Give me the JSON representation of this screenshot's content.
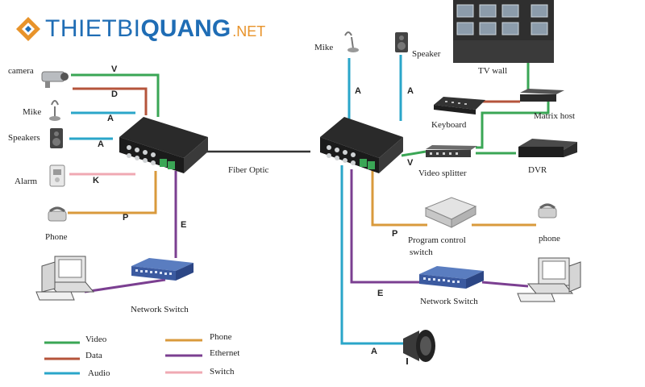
{
  "logo": {
    "part1": "THIETBI",
    "part2": "QUANG",
    "part3": ".NET"
  },
  "link": {
    "fiber_label": "Fiber Optic"
  },
  "left_devices": {
    "camera": "camera",
    "mike": "Mike",
    "speakers": "Speakers",
    "alarm": "Alarm",
    "phone": "Phone",
    "network_switch": "Network Switch"
  },
  "right_devices": {
    "mike": "Mike",
    "speaker": "Speaker",
    "tv_wall": "TV wall",
    "keyboard": "Keyboard",
    "matrix_host": "Matrix host",
    "video_splitter": "Video splitter",
    "dvr": "DVR",
    "program_control_switch_line1": "Program control",
    "program_control_switch_line2": "switch",
    "phone": "phone",
    "network_switch": "Network Switch"
  },
  "signal_letters": {
    "video": "V",
    "data": "D",
    "audio": "A",
    "keying": "K",
    "phone": "P",
    "ethernet": "E"
  },
  "legend": [
    {
      "label": "Video",
      "color": "#3aa655"
    },
    {
      "label": "Data",
      "color": "#b5543b"
    },
    {
      "label": "Audio",
      "color": "#2aa6c9"
    },
    {
      "label": "Phone",
      "color": "#d99a3c"
    },
    {
      "label": "Ethernet",
      "color": "#7b3f91"
    },
    {
      "label": "Switch",
      "color": "#f0a9b3"
    }
  ],
  "colors": {
    "video": "#3aa655",
    "data": "#b5543b",
    "audio": "#2aa6c9",
    "phone": "#d99a3c",
    "ethernet": "#7b3f91",
    "switch": "#f0a9b3",
    "fiber": "#333333",
    "logo_blue": "#1f6db5",
    "logo_orange": "#e8932a"
  }
}
